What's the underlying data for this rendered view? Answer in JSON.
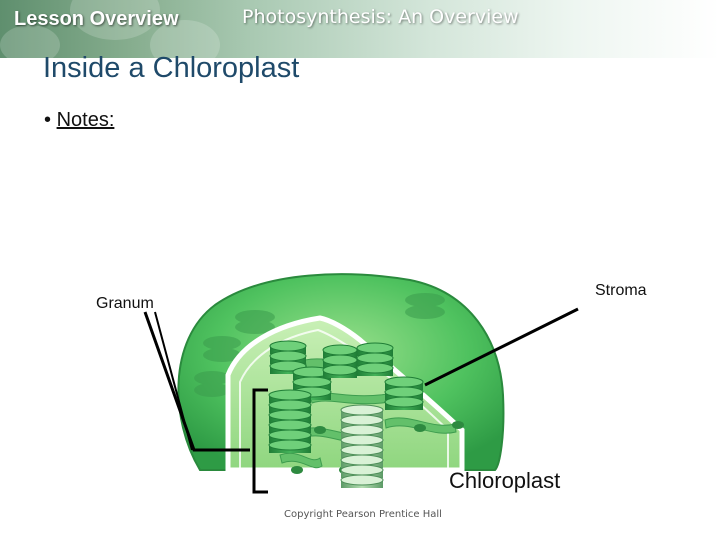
{
  "header": {
    "lesson_label": "Lesson Overview",
    "section_title": "Photosynthesis: An Overview"
  },
  "slide": {
    "title": "Inside a Chloroplast",
    "bullet_marker": "•",
    "bullet_label": "Notes:"
  },
  "diagram": {
    "label_granum": "Granum",
    "label_stroma": "Stroma",
    "label_chloroplast": "Chloroplast",
    "colors": {
      "outer": "#4fc25f",
      "inner": "#9fe08c",
      "thylakoid": "#2f9a44",
      "line": "#000000"
    }
  },
  "footer": {
    "copyright": "Copyright Pearson Prentice Hall"
  }
}
